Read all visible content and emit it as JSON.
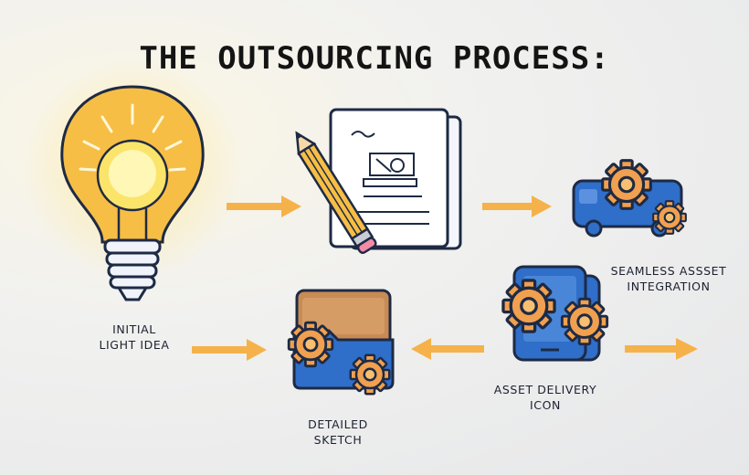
{
  "title": "THE OUTSOURCING PROCESS:",
  "steps": {
    "idea": {
      "line1": "INITIAL",
      "line2": "LIGHT IDEA",
      "icon": "lightbulb-icon"
    },
    "sketch_doc": {
      "icon": "document-pencil-icon"
    },
    "folder": {
      "line1": "DETAILED",
      "line2": "SKETCH",
      "icon": "folder-gears-icon"
    },
    "delivery": {
      "line1": "ASSET DELIVERY",
      "line2": "ICON",
      "icon": "tablet-gears-icon"
    },
    "integration": {
      "line1": "SEAMLESS ASSSET",
      "line2": "INTEGRATION",
      "icon": "truck-gears-icon"
    }
  },
  "colors": {
    "arrow": "#f5b24a",
    "blue": "#2f6ec9",
    "gear": "#f0a04f",
    "outline": "#1e2a44",
    "bulb": "#f6be45"
  }
}
